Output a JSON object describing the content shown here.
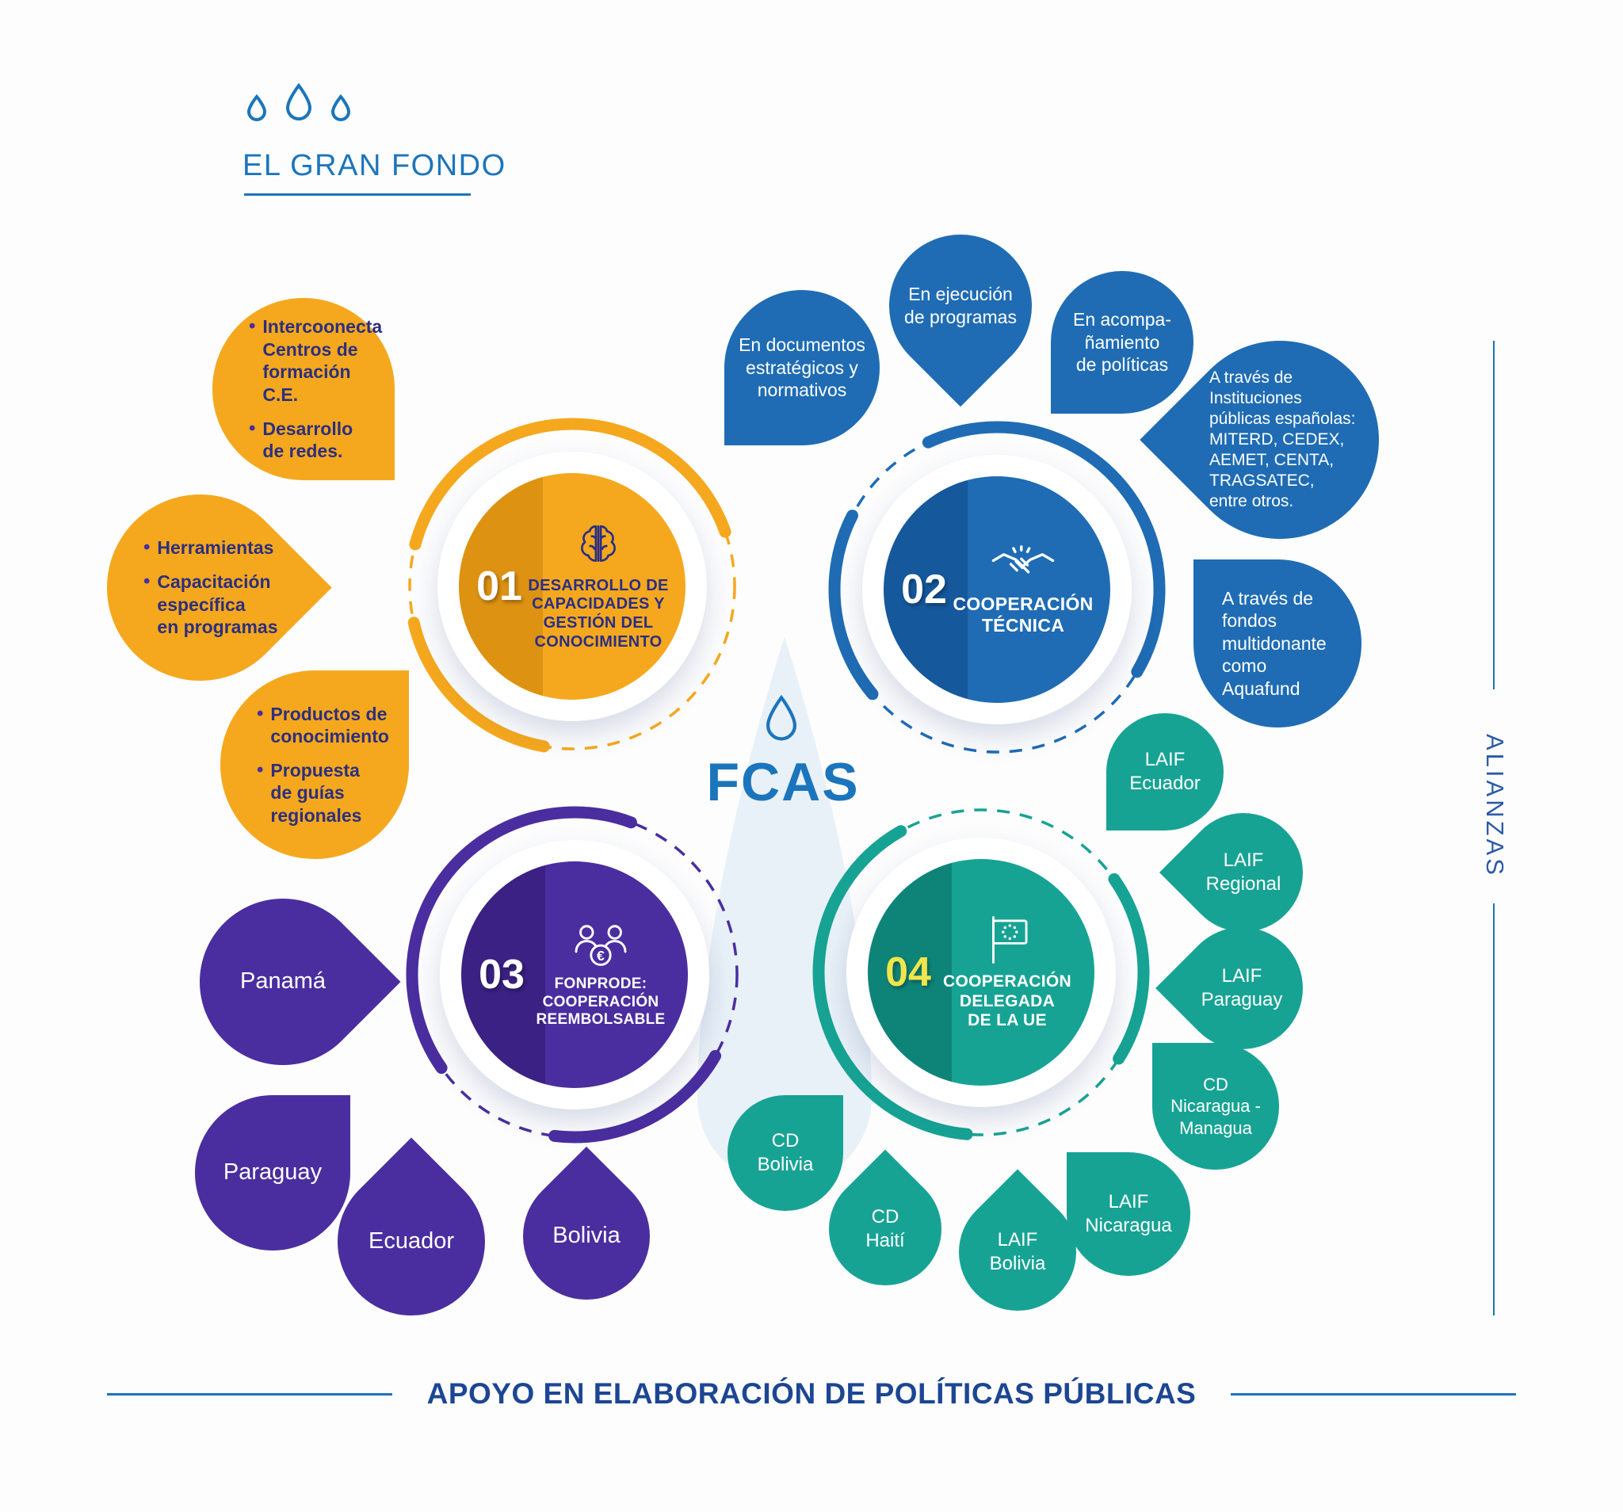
{
  "colors": {
    "brand_blue": "#1B75BC",
    "footer_navy": "#1C4693",
    "orange": "#F5A81E",
    "orange_dark": "#DD9212",
    "blue": "#1F6CB4",
    "blue_dark": "#15589C",
    "purple": "#4A2E9F",
    "purple_dark": "#3A2183",
    "teal": "#17A394",
    "teal_dark": "#0E8478",
    "ink_on_orange": "#2D2F7E",
    "number_yellow": "#EFE54D",
    "watermark_blue": "#E9F1F8"
  },
  "brand": {
    "title": "EL GRAN FONDO",
    "icon": "water-drops-icon"
  },
  "center": {
    "label": "FCAS",
    "icon": "water-drop-icon"
  },
  "side": {
    "label": "ALIANZAS"
  },
  "footer": {
    "label": "APOYO EN ELABORACIÓN DE POLÍTICAS PÚBLICAS"
  },
  "hubs": [
    {
      "number": "01",
      "title": "DESARROLLO DE\nCAPACIDADES Y\nGESTIÓN DEL\nCONOCIMIENTO",
      "icon": "brain-icon"
    },
    {
      "number": "02",
      "title": "COOPERACIÓN\nTÉCNICA",
      "icon": "handshake-icon"
    },
    {
      "number": "03",
      "title": "FONPRODE:\nCOOPERACIÓN\nREEMBOLSABLE",
      "icon": "people-euro-icon"
    },
    {
      "number": "04",
      "title": "COOPERACIÓN\nDELEGADA\nDE LA UE",
      "icon": "eu-flag-icon"
    }
  ],
  "bubbles": {
    "orange": [
      {
        "items": [
          "Intercoonecta\nCentros de\nformación C.E.",
          "Desarrollo\nde redes."
        ]
      },
      {
        "items": [
          "Herramientas",
          "Capacitación\nespecífica\nen programas"
        ]
      },
      {
        "items": [
          "Productos de\nconocimiento",
          "Propuesta\nde guías\nregionales"
        ]
      }
    ],
    "blue": [
      {
        "text": "En documentos\nestratégicos y\nnormativos"
      },
      {
        "text": "En ejecución\nde programas"
      },
      {
        "text": "En acompa-\nñamiento\nde políticas"
      },
      {
        "text": "A través de\nInstituciones\npúblicas españolas:\nMITERD, CEDEX,\nAEMET, CENTA,\nTRAGSATEC,\nentre otros."
      },
      {
        "text": "A través de\nfondos\nmultidonante\ncomo\nAquafund"
      }
    ],
    "purple": [
      {
        "text": "Panamá"
      },
      {
        "text": "Paraguay"
      },
      {
        "text": "Ecuador"
      },
      {
        "text": "Bolivia"
      }
    ],
    "teal": [
      {
        "text": "LAIF\nEcuador"
      },
      {
        "text": "LAIF\nRegional"
      },
      {
        "text": "LAIF\nParaguay"
      },
      {
        "text": "CD\nNicaragua -\nManagua"
      },
      {
        "text": "LAIF\nNicaragua"
      },
      {
        "text": "LAIF\nBolivia"
      },
      {
        "text": "CD\nHaití"
      },
      {
        "text": "CD\nBolivia"
      }
    ]
  }
}
